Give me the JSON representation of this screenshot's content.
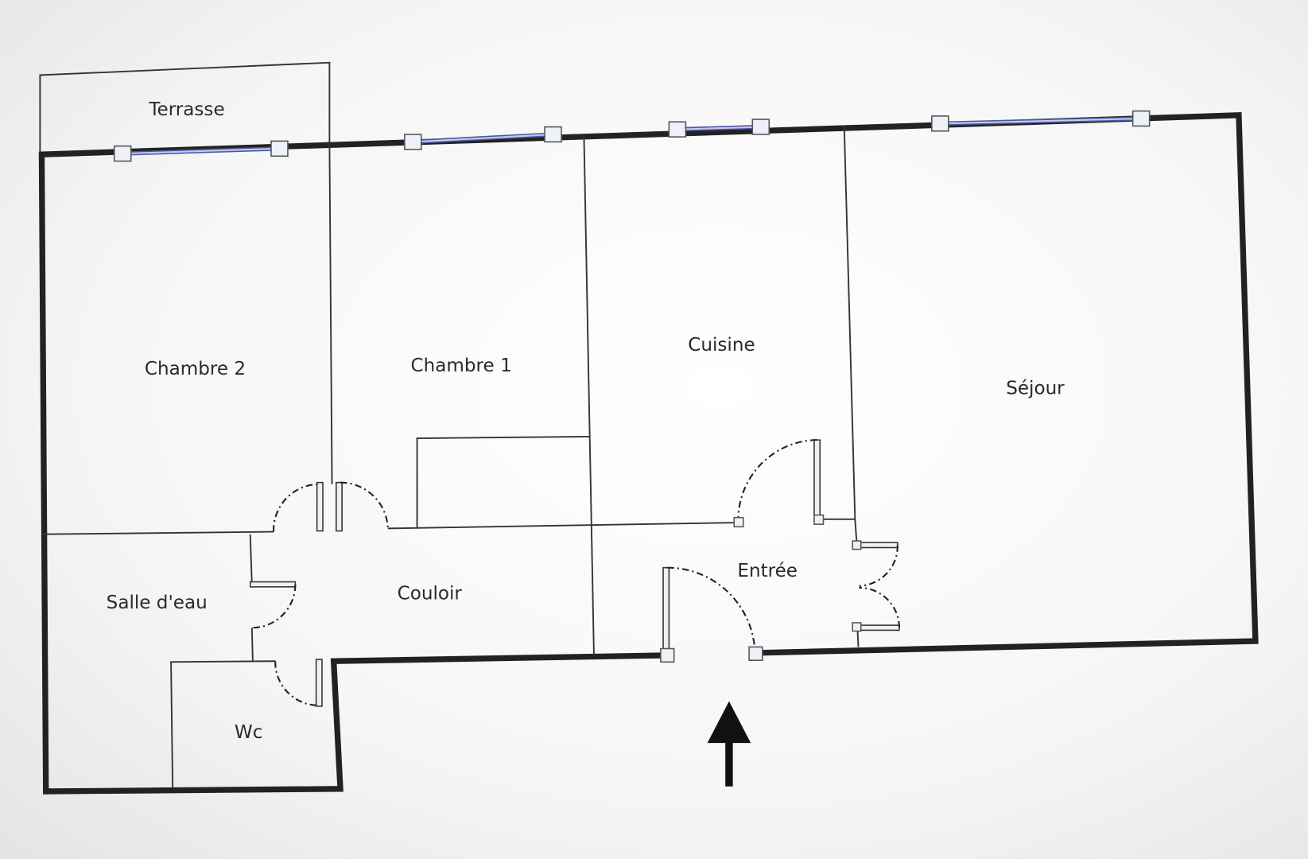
{
  "plan": {
    "rooms": {
      "terrasse": "Terrasse",
      "chambre2": "Chambre 2",
      "chambre1": "Chambre 1",
      "cuisine": "Cuisine",
      "sejour": "Séjour",
      "salle_eau": "Salle d'eau",
      "couloir": "Couloir",
      "entree": "Entrée",
      "wc": "Wc"
    },
    "icons": {
      "entrance": "entrance-arrow-icon"
    },
    "colors": {
      "walls": "#222222",
      "windows": "#4b55a8"
    }
  }
}
